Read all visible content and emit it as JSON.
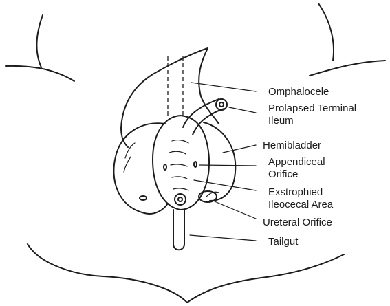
{
  "labels": {
    "omphalocele": "Omphalocele",
    "prolapsed_line1": "Prolapsed Terminal",
    "prolapsed_line2": "Ileum",
    "hemibladder": "Hemibladder",
    "appendiceal_line1": "Appendiceal",
    "appendiceal_line2": "Orifice",
    "exstrophied_line1": "Exstrophied",
    "exstrophied_line2": "Ileocecal Area",
    "ureteral": "Ureteral Orifice",
    "tailgut": "Tailgut"
  },
  "colors": {
    "ink": "#1c1c1c",
    "background": "#ffffff"
  }
}
